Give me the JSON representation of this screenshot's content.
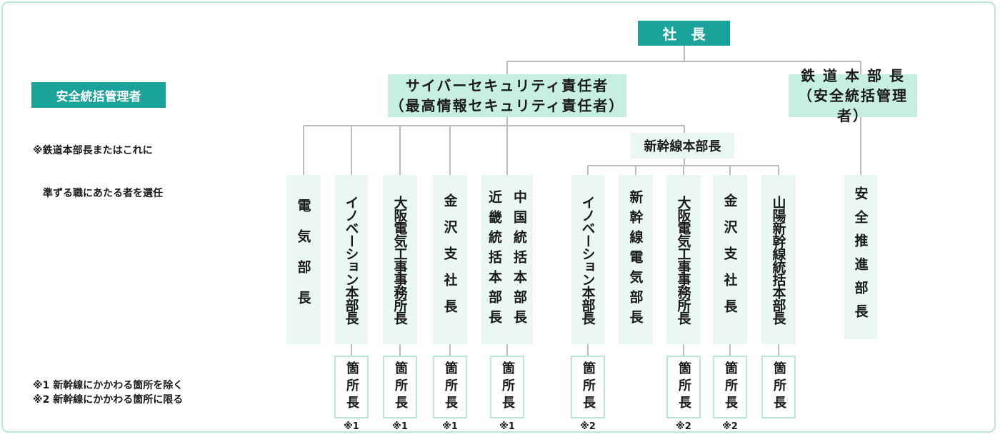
{
  "president": "社　長",
  "ciso": {
    "line1": "サイバーセキュリティ責任者",
    "line2": "（最高情報セキュリティ責任者）"
  },
  "railway_head": {
    "line1": "鉄 道 本 部 長",
    "line2": "（安全統括管理者）"
  },
  "shinkansen_head": "新幹線本部長",
  "legend": {
    "badge": "安全統括管理者",
    "note_line1": "※鉄道本部長またはこれに",
    "note_line2": "　準ずる職にあたる者を選任"
  },
  "footnotes": [
    "※1 新幹線にかかわる箇所を除く",
    "※2 新幹線にかかわる箇所に限る"
  ],
  "ciso_depts": [
    {
      "label": "電気部長"
    },
    {
      "label": "イノベーション本部長"
    },
    {
      "label": "大阪電気工事事務所長"
    },
    {
      "label": "金沢支社長"
    },
    {
      "col1": "中国統括本部長",
      "col2": "近畿統括本部長"
    }
  ],
  "shinkansen_depts": [
    {
      "label": "イノベーション本部長"
    },
    {
      "label": "新幹線電気部長"
    },
    {
      "label": "大阪電気工事事務所長"
    },
    {
      "label": "金沢支社長"
    },
    {
      "label": "山陽新幹線統括本部長"
    }
  ],
  "safety_dept": "安全推進部長",
  "site_boxes": [
    {
      "label": "箇所長",
      "note": "※1"
    },
    {
      "label": "箇所長",
      "note": "※1"
    },
    {
      "label": "箇所長",
      "note": "※1"
    },
    {
      "label": "箇所長",
      "note": "※1"
    },
    {
      "label": "箇所長",
      "note": "※2"
    },
    {
      "label": "箇所長",
      "note": "※2"
    },
    {
      "label": "箇所長",
      "note": "※2"
    },
    {
      "label": "箇所長",
      "note": ""
    }
  ]
}
